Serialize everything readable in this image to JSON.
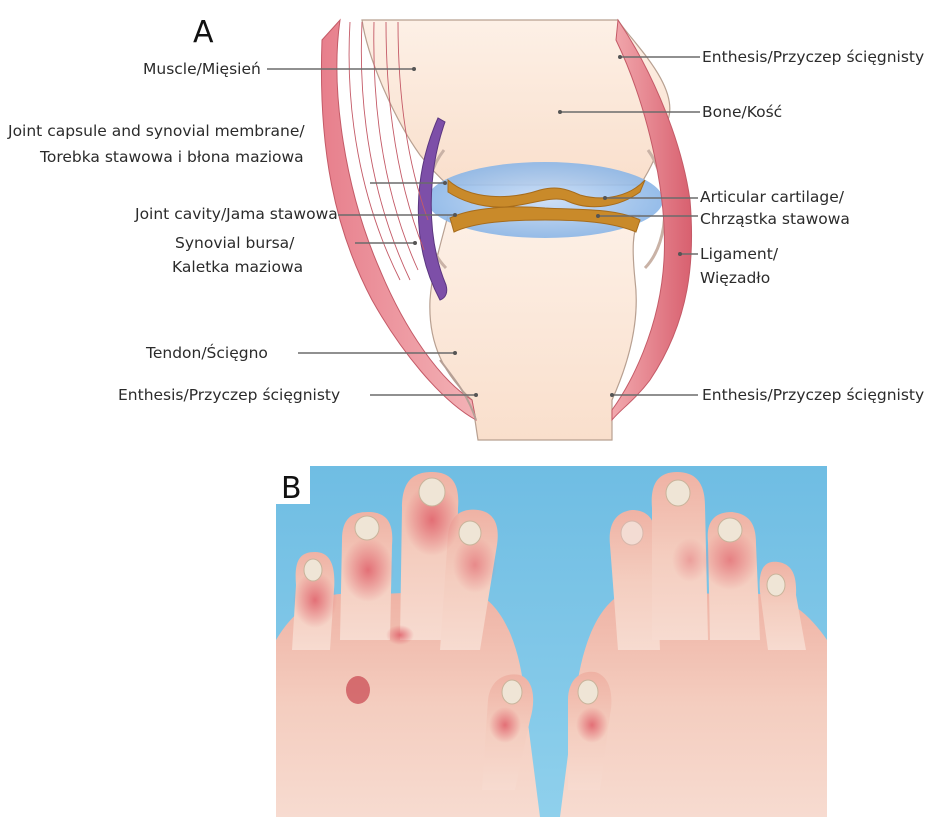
{
  "panel_a": {
    "letter": "A",
    "labels": {
      "muscle": "Muscle/Mięsień",
      "capsule_1": "Joint capsule and synovial membrane/",
      "capsule_2": "Torebka stawowa i błona maziowa",
      "cavity": "Joint cavity/Jama stawowa",
      "bursa_1": "Synovial bursa/",
      "bursa_2": "Kaletka maziowa",
      "tendon": "Tendon/Ścięgno",
      "enthesis_bottom_left": "Enthesis/Przyczep ścięgnisty",
      "enthesis_top_right": "Enthesis/Przyczep ścięgnisty",
      "bone": "Bone/Kość",
      "cartilage_1": "Articular cartilage/",
      "cartilage_2": "Chrząstka stawowa",
      "ligament_1": "Ligament/",
      "ligament_2": "Więzadło",
      "enthesis_bottom_right": "Enthesis/Przyczep ścięgnisty"
    },
    "colors": {
      "muscle": "#e07a86",
      "bone": "#fbe3d2",
      "cartilage": "#c98a2a",
      "cavity": "#8fb8e6",
      "bursa": "#7d4fa8"
    }
  },
  "panel_b": {
    "letter": "B",
    "background_color": "#7cc4e6",
    "skin_color": "#f1c4b4"
  }
}
